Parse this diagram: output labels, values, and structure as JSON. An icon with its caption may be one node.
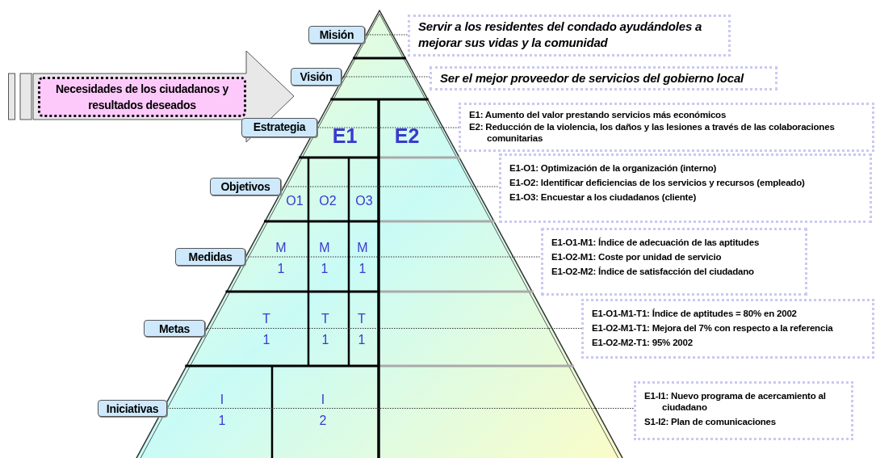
{
  "diagram": {
    "nodes": [
      {
        "text": [
          "Misión"
        ]
      },
      {
        "text": [
          "Visión"
        ]
      },
      {
        "text": [
          "Estrategia"
        ]
      },
      {
        "text": [
          "Objetivos"
        ]
      },
      {
        "text": [
          "Medidas"
        ]
      },
      {
        "text": [
          "Metas"
        ]
      },
      {
        "text": [
          "Iniciativas"
        ]
      },
      {
        "text": [
          "Necesidades de los ciudadanos y resultados deseados"
        ]
      },
      {
        "text": [],
        "shape": "triangle"
      },
      {
        "text": [
          "E1"
        ],
        "in": 8
      },
      {
        "text": [
          "E2"
        ],
        "in": 8
      },
      {
        "text": [
          "O1"
        ],
        "in": 8
      },
      {
        "text": [
          "O2"
        ],
        "in": 8
      },
      {
        "text": [
          "O3"
        ],
        "in": 8
      },
      {
        "text": [
          "M 1"
        ],
        "in": 8
      },
      {
        "text": [
          "M 1"
        ],
        "in": 8
      },
      {
        "text": [
          "M 1"
        ],
        "in": 8
      },
      {
        "text": [
          "T 1"
        ],
        "in": 8
      },
      {
        "text": [
          "T 1"
        ],
        "in": 8
      },
      {
        "text": [
          "T 1"
        ],
        "in": 8
      },
      {
        "text": [
          "I 1"
        ],
        "in": 8
      },
      {
        "text": [
          "I 2"
        ],
        "in": 8
      },
      {
        "text": [
          "Servir a los residentes del condado ayudándoles a mejorar sus vidas y la comunidad"
        ]
      },
      {
        "text": [
          "Ser el mejor proveedor de servicios del gobierno local"
        ]
      },
      {
        "text": [
          "E1: Aumento del valor prestando servicios más económicos",
          "E2: Reducción de la violencia, los daños y las lesiones a través de las colaboraciones comunitarias"
        ]
      },
      {
        "text": [
          "E1-O1: Optimización de la organización (interno)",
          "E1-O2: Identificar deficiencias de los servicios y recursos (empleado)",
          "E1-O3: Encuestar a los ciudadanos (cliente)"
        ]
      },
      {
        "text": [
          "E1-O1-M1: Índice de adecuación de las aptitudes",
          "E1-O2-M1: Coste por unidad de servicio",
          "E1-O2-M2: Índice de satisfacción del ciudadano"
        ]
      },
      {
        "text": [
          "E1-O1-M1-T1: Índice de aptitudes = 80% en 2002",
          "E1-O2-M1-T1: Mejora del 7% con respecto a la referencia",
          "E1-O2-M2-T1: 95% 2002"
        ]
      },
      {
        "text": [
          "E1-I1: Nuevo programa de acercamiento al ciudadano",
          "S1-I2: Plan de comunicaciones"
        ]
      }
    ],
    "edges": [
      {
        "from": 0,
        "to": 22,
        "arrow": "none",
        "style": "dashed"
      },
      {
        "from": 1,
        "to": 23,
        "arrow": "none",
        "style": "dashed"
      },
      {
        "from": 2,
        "to": 24,
        "arrow": "none",
        "style": "dashed"
      },
      {
        "from": 3,
        "to": 25,
        "arrow": "none",
        "style": "dashed"
      },
      {
        "from": 4,
        "to": 26,
        "arrow": "none",
        "style": "dashed"
      },
      {
        "from": 5,
        "to": 27,
        "arrow": "none",
        "style": "dashed"
      },
      {
        "from": 6,
        "to": 28,
        "arrow": "none",
        "style": "dashed"
      }
    ]
  }
}
